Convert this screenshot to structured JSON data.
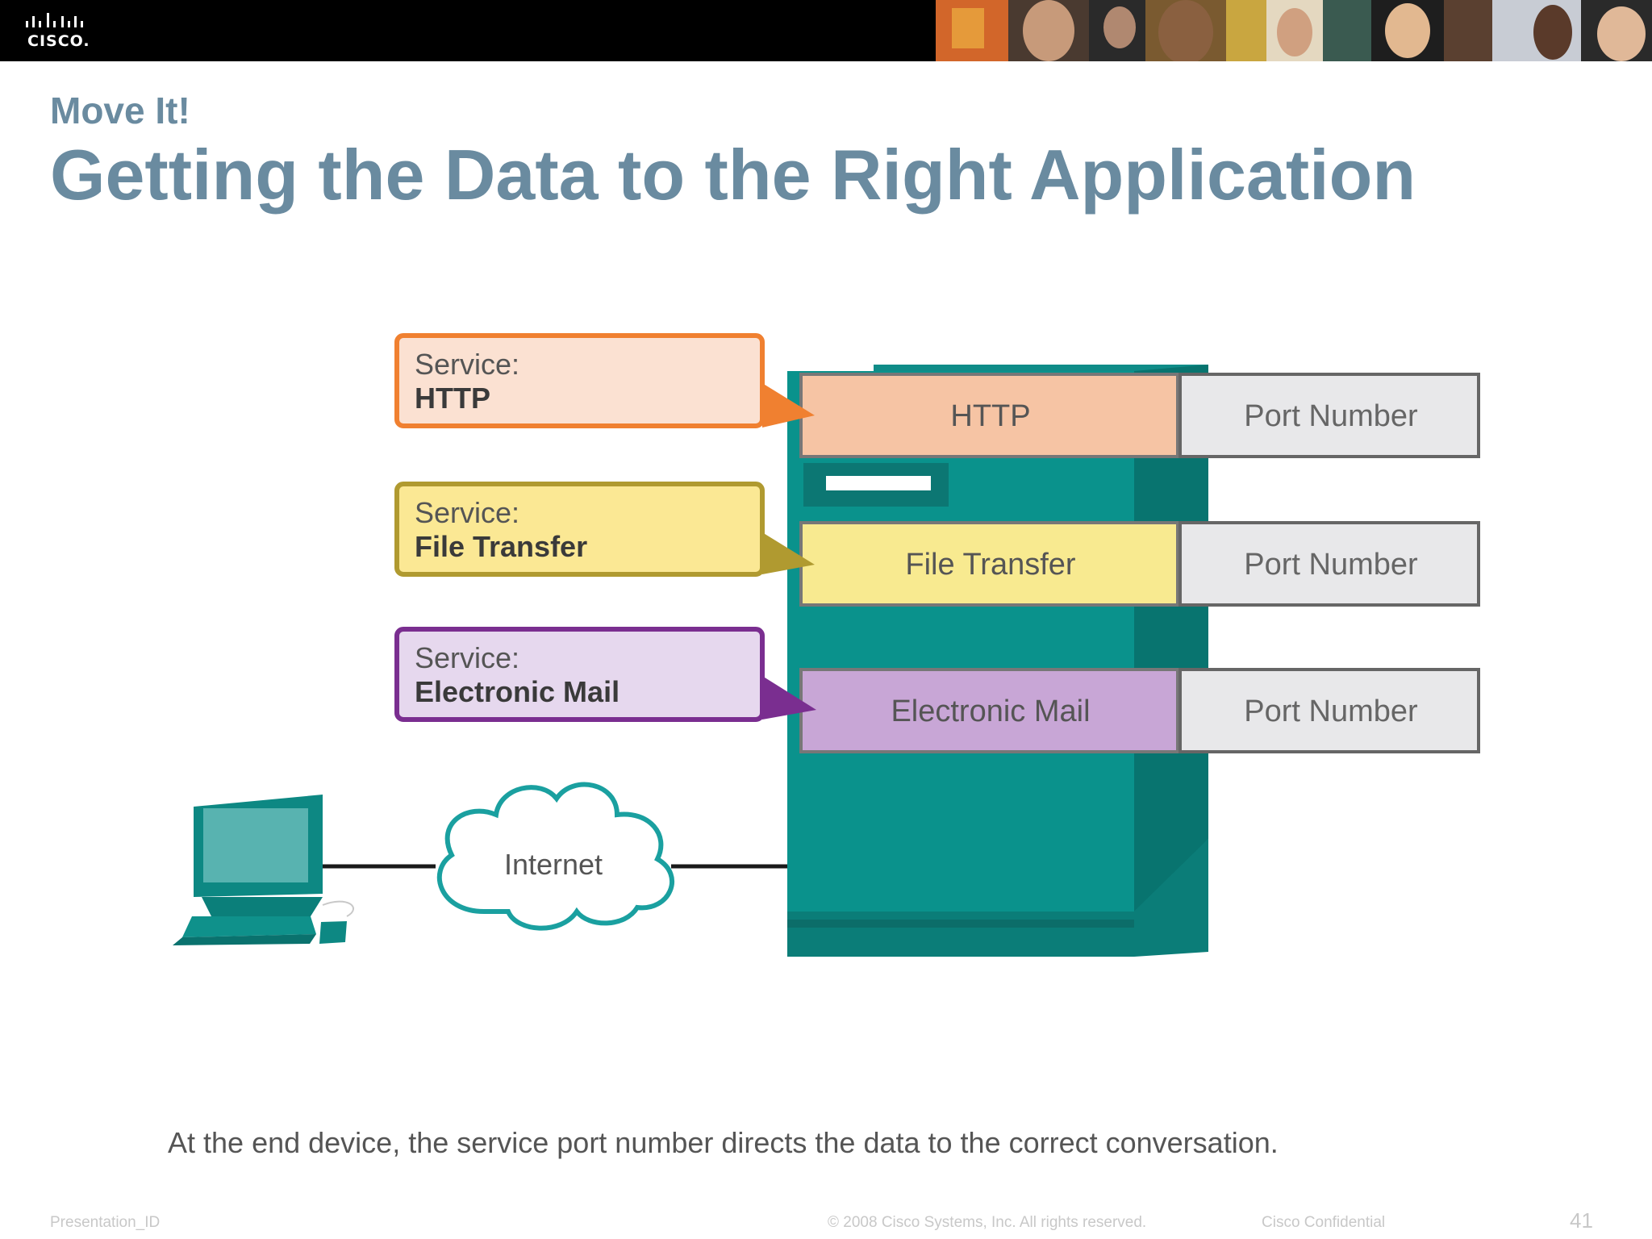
{
  "header": {
    "logo_text": "CISCO."
  },
  "slide": {
    "subtitle": "Move It!",
    "title": "Getting the Data to the Right Application"
  },
  "diagram": {
    "services": [
      {
        "line1": "Service:",
        "line2": "HTTP",
        "color": "#f08030"
      },
      {
        "line1": "Service:",
        "line2": "File Transfer",
        "color": "#b09a30"
      },
      {
        "line1": "Service:",
        "line2": "Electronic Mail",
        "color": "#7a2e90"
      }
    ],
    "bands": [
      {
        "label": "HTTP",
        "port_label": "Port Number",
        "color": "#f6c4a4"
      },
      {
        "label": "File Transfer",
        "port_label": "Port Number",
        "color": "#f8ea90"
      },
      {
        "label": "Electronic Mail",
        "port_label": "Port Number",
        "color": "#c8a6d6"
      }
    ],
    "cloud_label": "Internet",
    "server_color": "#0a8f8a"
  },
  "caption": "At the end device, the service port number directs the data to the correct conversation.",
  "footer": {
    "presentation_id": "Presentation_ID",
    "copyright": "© 2008 Cisco Systems, Inc. All rights reserved.",
    "confidential": "Cisco Confidential",
    "page_number": "41"
  }
}
